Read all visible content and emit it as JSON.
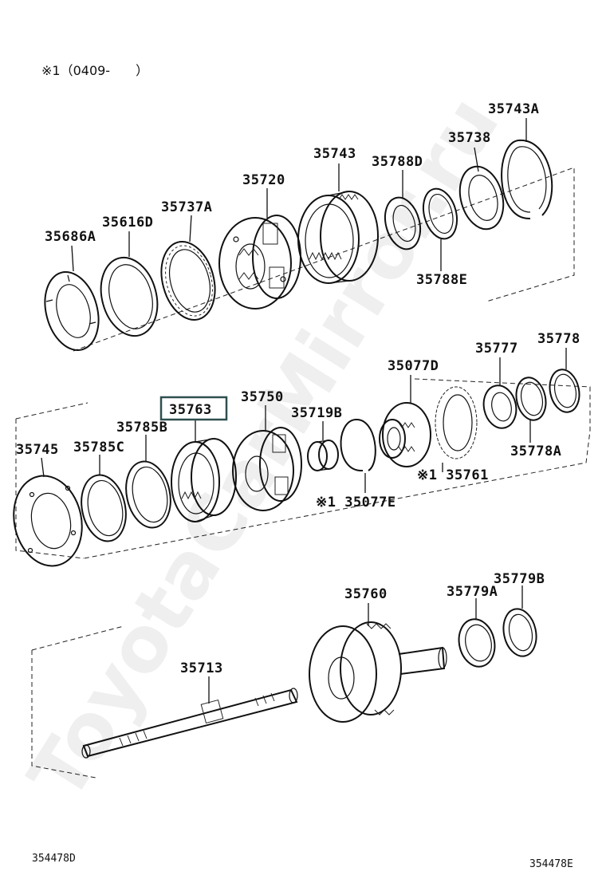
{
  "header_note": "※1（0409-　　）",
  "callouts": {
    "p35743A": "35743A",
    "p35738": "35738",
    "p35743": "35743",
    "p35788D": "35788D",
    "p35720": "35720",
    "p35737A": "35737A",
    "p35616D": "35616D",
    "p35686A": "35686A",
    "p35788E": "35788E",
    "p35778": "35778",
    "p35777": "35777",
    "p35077D": "35077D",
    "p35750": "35750",
    "p35763": "35763",
    "p35719B": "35719B",
    "p35785B": "35785B",
    "p35785C": "35785C",
    "p35745": "35745",
    "p35778A": "35778A",
    "p35761": "※1 35761",
    "p35077E": "※1 35077E",
    "p35779B": "35779B",
    "p35779A": "35779A",
    "p35760": "35760",
    "p35713": "35713"
  },
  "highlighted_part": "35763",
  "footer_left": "354478D",
  "footer_right": "354478E",
  "watermark": "ToyotaCarMirror.ru"
}
